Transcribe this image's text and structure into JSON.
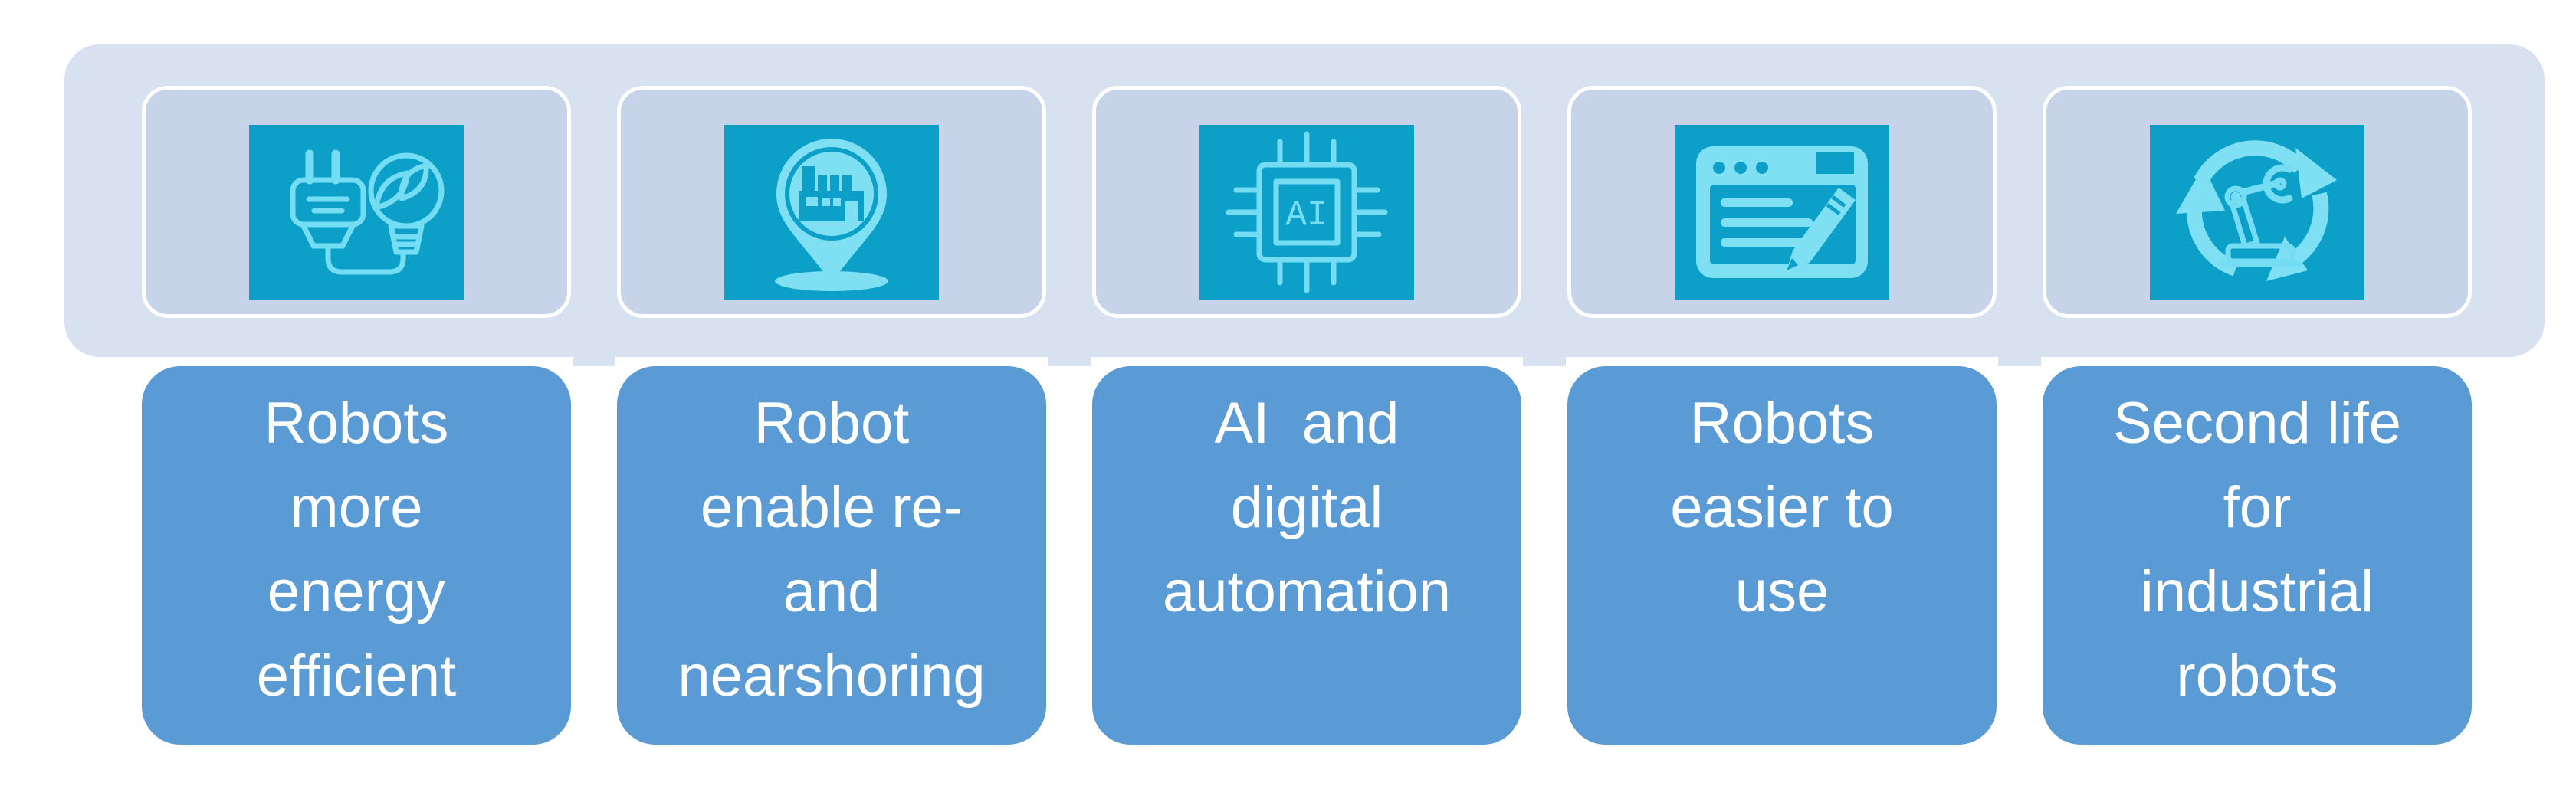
{
  "figure": {
    "description": "Five robot industry trends infographic",
    "colors": {
      "background": "#ffffff",
      "band": "#d8e1f0",
      "tile": "#c7d3e9",
      "tile_border": "#ffffff",
      "icon_plate": "#0c9fc8",
      "icon_art": "#74ddf4",
      "label_box": "#5b9bd5",
      "label_text": "#ffffff"
    },
    "items": [
      {
        "icon": "energy-plug-bulb-icon",
        "label": "Robots more energy efficient",
        "lines": "Robots\nmore\nenergy\nefficient"
      },
      {
        "icon": "nearshoring-pin-icon",
        "label": "Robot enable re- and nearshoring",
        "lines": "Robot\nenable re-\nand\nnearshoring"
      },
      {
        "icon": "ai-chip-icon",
        "label": "AI and digital automation",
        "lines": "AI  and\ndigital\nautomation",
        "chip_text": "AI"
      },
      {
        "icon": "easy-use-window-icon",
        "label": "Robots easier to use",
        "lines": "Robots\neasier to\nuse"
      },
      {
        "icon": "robot-recycle-icon",
        "label": "Second life for industrial robots",
        "lines": "Second life\nfor\nindustrial\nrobots"
      }
    ]
  }
}
